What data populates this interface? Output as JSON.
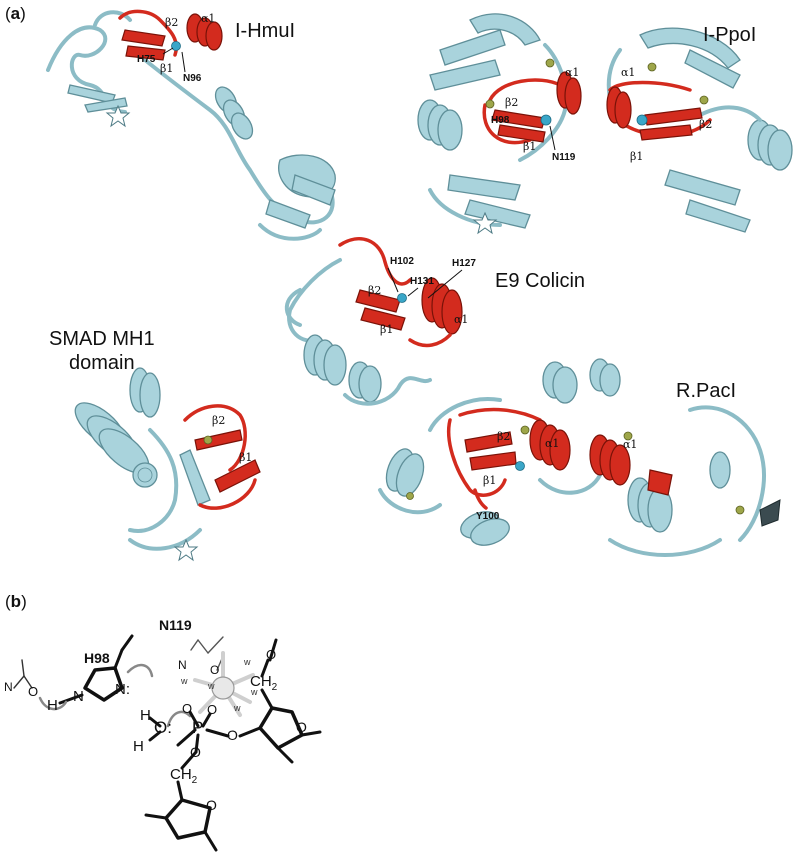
{
  "panels": {
    "a": {
      "label": "a",
      "titles": {
        "i_hmui": "I-HmuI",
        "i_ppoi": "I-PpoI",
        "e9": "E9 Colicin",
        "smad_line1": "SMAD MH1",
        "smad_line2": "domain",
        "rpaci": "R.PacI"
      },
      "residues": {
        "h75": "H75",
        "n96": "N96",
        "h98": "H98",
        "n119": "N119",
        "h102": "H102",
        "h131": "H131",
        "h127": "H127",
        "y100": "Y100"
      },
      "ss": {
        "alpha1": "α1",
        "beta1": "β1",
        "beta2": "β2"
      },
      "colors": {
        "ribbon": "#a9d3dc",
        "ribbon_edge": "#5f8f99",
        "motif": "#d32b1e",
        "ion_blue": "#3aa6c8",
        "ion_green": "#9ea64a"
      }
    },
    "b": {
      "label": "b",
      "labels": {
        "n119": "N119",
        "h98": "H98",
        "n_top": "N",
        "o_top": "O",
        "n_left": "N",
        "o_left": "O",
        "h_left": "H",
        "n_ring1": "N",
        "n_ring2": "N:",
        "h_water1": "H",
        "h_water2": "H",
        "o_water": "O:",
        "p": "P",
        "o1": "O",
        "o2": "O",
        "o3": "O",
        "o4": "O",
        "o5": "O",
        "ch2_top": "CH",
        "ch2_top_sub": "2",
        "ch2_bottom": "CH",
        "ch2_bottom_sub": "2",
        "o_ring_top": "O",
        "o_ring_bottom": "O",
        "o_methoxy": "O",
        "w": "w"
      }
    }
  }
}
